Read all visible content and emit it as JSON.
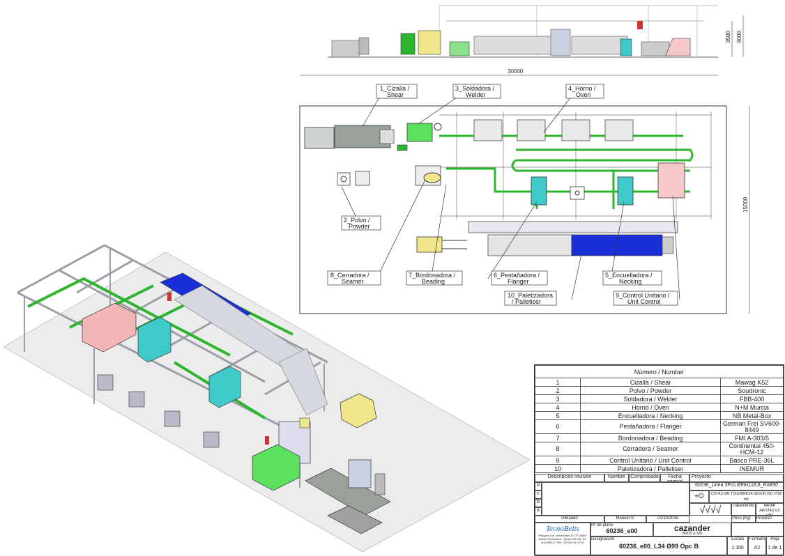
{
  "elevation": {
    "dim_height_1": "3500",
    "dim_height_2": "4000"
  },
  "plan": {
    "dim_length": "30000",
    "dim_width": "15000",
    "labels": [
      {
        "line1": "1_Cizalla /",
        "line2": "Shear"
      },
      {
        "line1": "3_Soldadora /",
        "line2": "Welder"
      },
      {
        "line1": "4_Horno /",
        "line2": "Oven"
      },
      {
        "line1": "2_Polvo /",
        "line2": "Powder"
      },
      {
        "line1": "8_Cerradora /",
        "line2": "Seamer"
      },
      {
        "line1": "7_Bordonadora /",
        "line2": "Beading"
      },
      {
        "line1": "6_Pestañadora /",
        "line2": "Flanger"
      },
      {
        "line1": "5_Encuelladora /",
        "line2": "Necking"
      },
      {
        "line1": "10_Paletizadora",
        "line2": "/ Palletiser"
      },
      {
        "line1": "9_Control Unitario /",
        "line2": "Unit Control"
      }
    ]
  },
  "bom": {
    "header": "Número / Number",
    "rows": [
      {
        "n": "1",
        "name": "Cizalla / Shear",
        "model": "Mawag K52"
      },
      {
        "n": "2",
        "name": "Polvo / Powder",
        "model": "Soudronic"
      },
      {
        "n": "3",
        "name": "Soldadora / Welder",
        "model": "FBB-400"
      },
      {
        "n": "4",
        "name": "Horno / Oven",
        "model": "N+M Murcia"
      },
      {
        "n": "5",
        "name": "Encuelladora / Necking",
        "model": "NB Metal-Box"
      },
      {
        "n": "6",
        "name": "Pestañadora / Flanger",
        "model": "German Frei SV600-8449"
      },
      {
        "n": "7",
        "name": "Bordonadora / Beading",
        "model": "FMI A-303/5"
      },
      {
        "n": "8",
        "name": "Cerradora / Seamer",
        "model": "Continental 450-HCM-12"
      },
      {
        "n": "9",
        "name": "Control Unitario / Unit Control",
        "model": "Basco PRE-36L"
      },
      {
        "n": "10",
        "name": "Paletizadora / Palletiser",
        "model": "INEMUR"
      }
    ]
  },
  "titleblock": {
    "desc_revision": "Descripción revisión",
    "nombre": "Nombre",
    "comprobado": "Comprobado",
    "fecha_original": "Fecha original",
    "proyecto": "Proyecto",
    "proyecto_value": "60236_Linea 3Pcs Ø99x118,8_RoB50",
    "rev_letters": [
      "d",
      "c",
      "b",
      "a"
    ],
    "cotas": "COTAS SIN TOLERANCIA SEGÚN ISO 2768 mK",
    "tratamiento": "Tratamiento",
    "matar_aristas": "MATAR ARISTAS 0,5 x45°",
    "dibujado": "Dibujado",
    "dibujado_name": "Manuel S.",
    "dibujado_date": "01/10/2025",
    "peso": "Peso (Kg)",
    "proceso": "Proceso",
    "n_plano_label": "Nº de plano",
    "n_plano": "60236_e00",
    "designacion_label": "Designación",
    "designacion": "60236_e00_L34 Ø99 Opc B",
    "escala_label": "Escala",
    "escala": "1:100",
    "formato_label": "Formato",
    "formato": "A2",
    "hoja_label": "Hoja",
    "hoja": "1 de 1",
    "company": "TecnoBelts",
    "company_addr": "Polígono Ind. Norte Nave 11 CP 38060 Ibarra Pontevedra - Spain VAT-CIF ES B12380012 Telf: +34 000 43 70 55",
    "partner": "cazander",
    "partner_sub": "BROS & SIS"
  },
  "colors": {
    "conveyor_green": "#2db52d",
    "machine_green": "#5de05d",
    "cyan": "#3fc9c9",
    "pink": "#f2b6b6",
    "blue": "#1a2fd8",
    "yellow": "#f0e68c"
  }
}
